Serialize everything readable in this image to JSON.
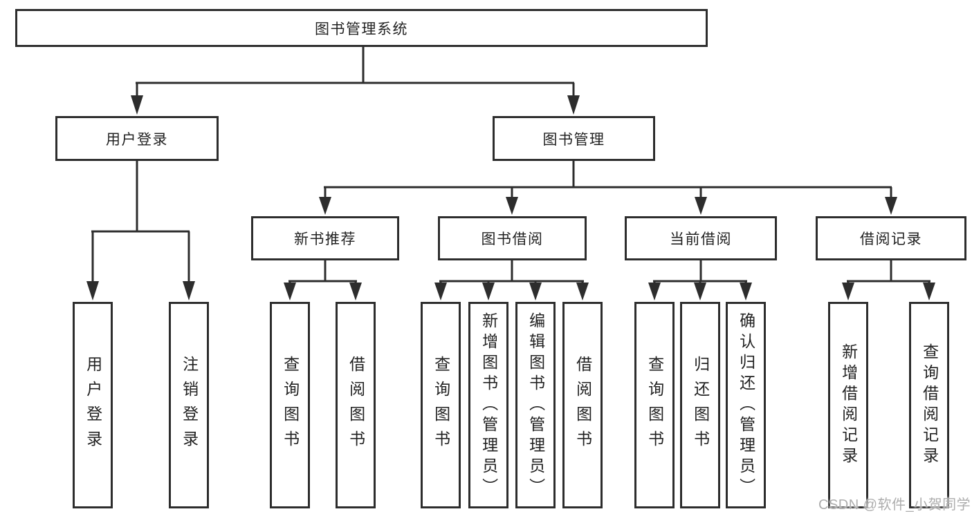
{
  "diagram": {
    "root": "图书管理系统",
    "level2": [
      "用户登录",
      "图书管理"
    ],
    "level3": [
      "新书推荐",
      "图书借阅",
      "当前借阅",
      "借阅记录"
    ],
    "leaves": {
      "user_login": [
        "用户登录",
        "注销登录"
      ],
      "new_book": [
        "查询图书",
        "借阅图书"
      ],
      "book_borrow": [
        "查询图书",
        "新增图书（管理员）",
        "编辑图书（管理员）",
        "借阅图书"
      ],
      "current_borrow": [
        "查询图书",
        "归还图书",
        "确认归还（管理员）"
      ],
      "borrow_record": [
        "新增借阅记录",
        "查询借阅记录"
      ]
    }
  },
  "colors": {
    "line": "#2d2d2d",
    "text": "#222222",
    "watermark_gray": "#adadad"
  },
  "watermark": "CSDN @软件_小贺同学"
}
